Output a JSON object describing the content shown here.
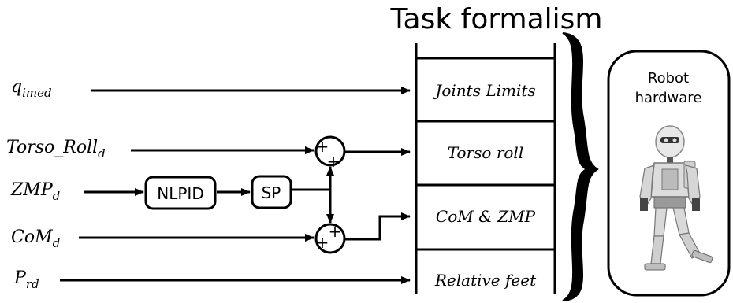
{
  "diagram": {
    "title": "Task formalism",
    "inputs": {
      "q_imed": {
        "base": "q",
        "sub": "imed"
      },
      "torso_roll_d": {
        "base": "Torso_Roll",
        "sub": "d"
      },
      "zmp_d": {
        "base": "ZMP",
        "sub": "d"
      },
      "com_d": {
        "base": "CoM",
        "sub": "d"
      },
      "p_rd": {
        "base": "P",
        "sub": "rd"
      }
    },
    "blocks": {
      "nlpid": "NLPID",
      "sp": "SP"
    },
    "summing_junctions": {
      "upper": {
        "sign_top": "+",
        "sign_bottom": "+"
      },
      "lower": {
        "sign_top": "+",
        "sign_bottom": "+"
      }
    },
    "task_stack": [
      "Joints Limits",
      "Torso roll",
      "CoM & ZMP",
      "Relative feet"
    ],
    "robot": {
      "line1": "Robot",
      "line2": "hardware"
    }
  }
}
